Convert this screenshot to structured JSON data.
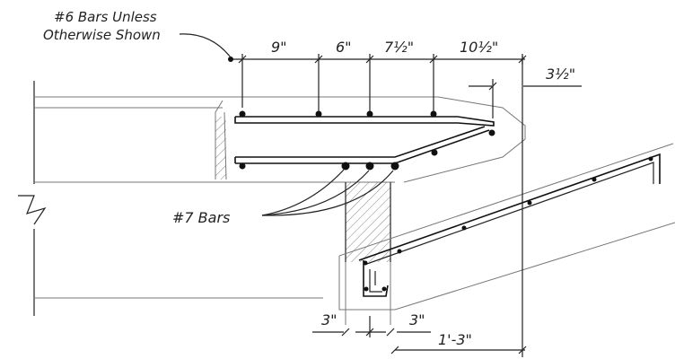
{
  "labels": {
    "bars6_line1": "#6 Bars Unless",
    "bars6_line2": "Otherwise Shown",
    "bars7": "#7 Bars"
  },
  "dimensions": {
    "top_1": "9\"",
    "top_2": "6\"",
    "top_3": "7½\"",
    "top_4": "10½\"",
    "right_offset": "3½\"",
    "bottom_left": "3\"",
    "bottom_right": "3\"",
    "bottom_long": "1'-3\""
  }
}
